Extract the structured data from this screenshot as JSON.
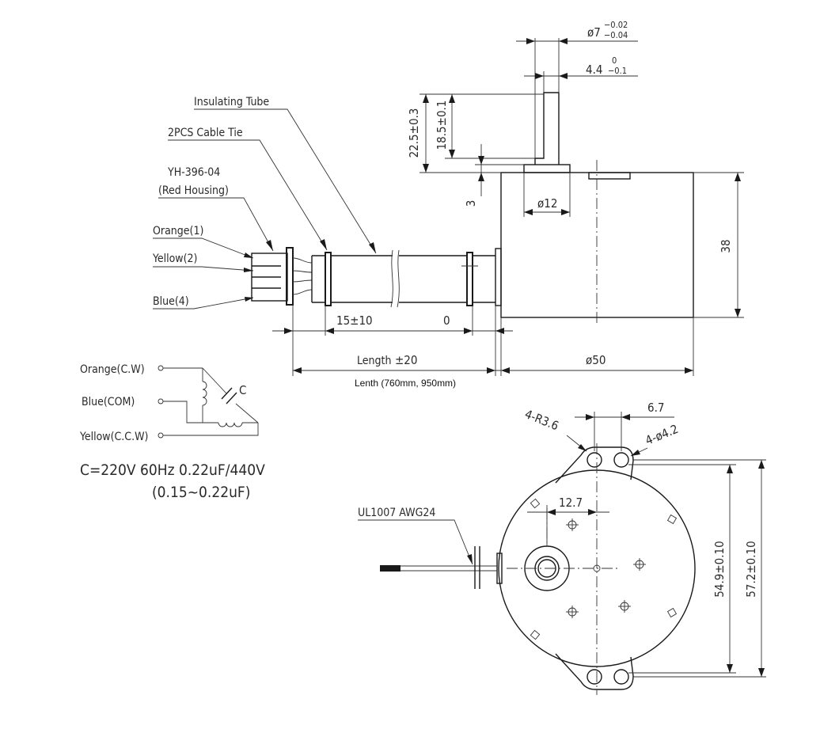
{
  "labels": {
    "insulating_tube": "Insulating Tube",
    "cable_tie": "2PCS Cable Tie",
    "housing_part": "YH-396-04",
    "housing_desc": "(Red Housing)",
    "wire_orange": "Orange(1)",
    "wire_yellow": "Yellow(2)",
    "wire_blue": "Blue(4)",
    "ul_wire": "UL1007  AWG24"
  },
  "dimensions": {
    "shaft_dia": "ø7",
    "shaft_dia_tol_upper": "−0.02",
    "shaft_dia_tol_lower": "−0.04",
    "shaft_flat": "4.4",
    "shaft_flat_tol_upper": "0",
    "shaft_flat_tol_lower": "−0.1",
    "shaft_len_total": "22.5±0.3",
    "shaft_len_flat": "18.5±0.1",
    "boss_height": "3",
    "boss_dia": "ø12",
    "body_height": "38",
    "body_dia": "ø50",
    "tube_len": "15±10",
    "zero": "0",
    "length_text": "Length",
    "length_tol": "±20",
    "length_note": "Lenth (760mm, 950mm)",
    "flange_radius": "4-R3.6",
    "hole_spacing": "6.7",
    "hole_dia": "4-ø4.2",
    "offset": "12.7",
    "mount_inner": "54.9±0.10",
    "mount_outer": "57.2±0.10"
  },
  "schematic": {
    "orange": "Orange(C.W)",
    "blue": "Blue(COM)",
    "yellow": "Yellow(C.C.W)",
    "cap": "C",
    "spec": "C=220V  60Hz  0.22uF/440V",
    "range": "(0.15~0.22uF)"
  }
}
